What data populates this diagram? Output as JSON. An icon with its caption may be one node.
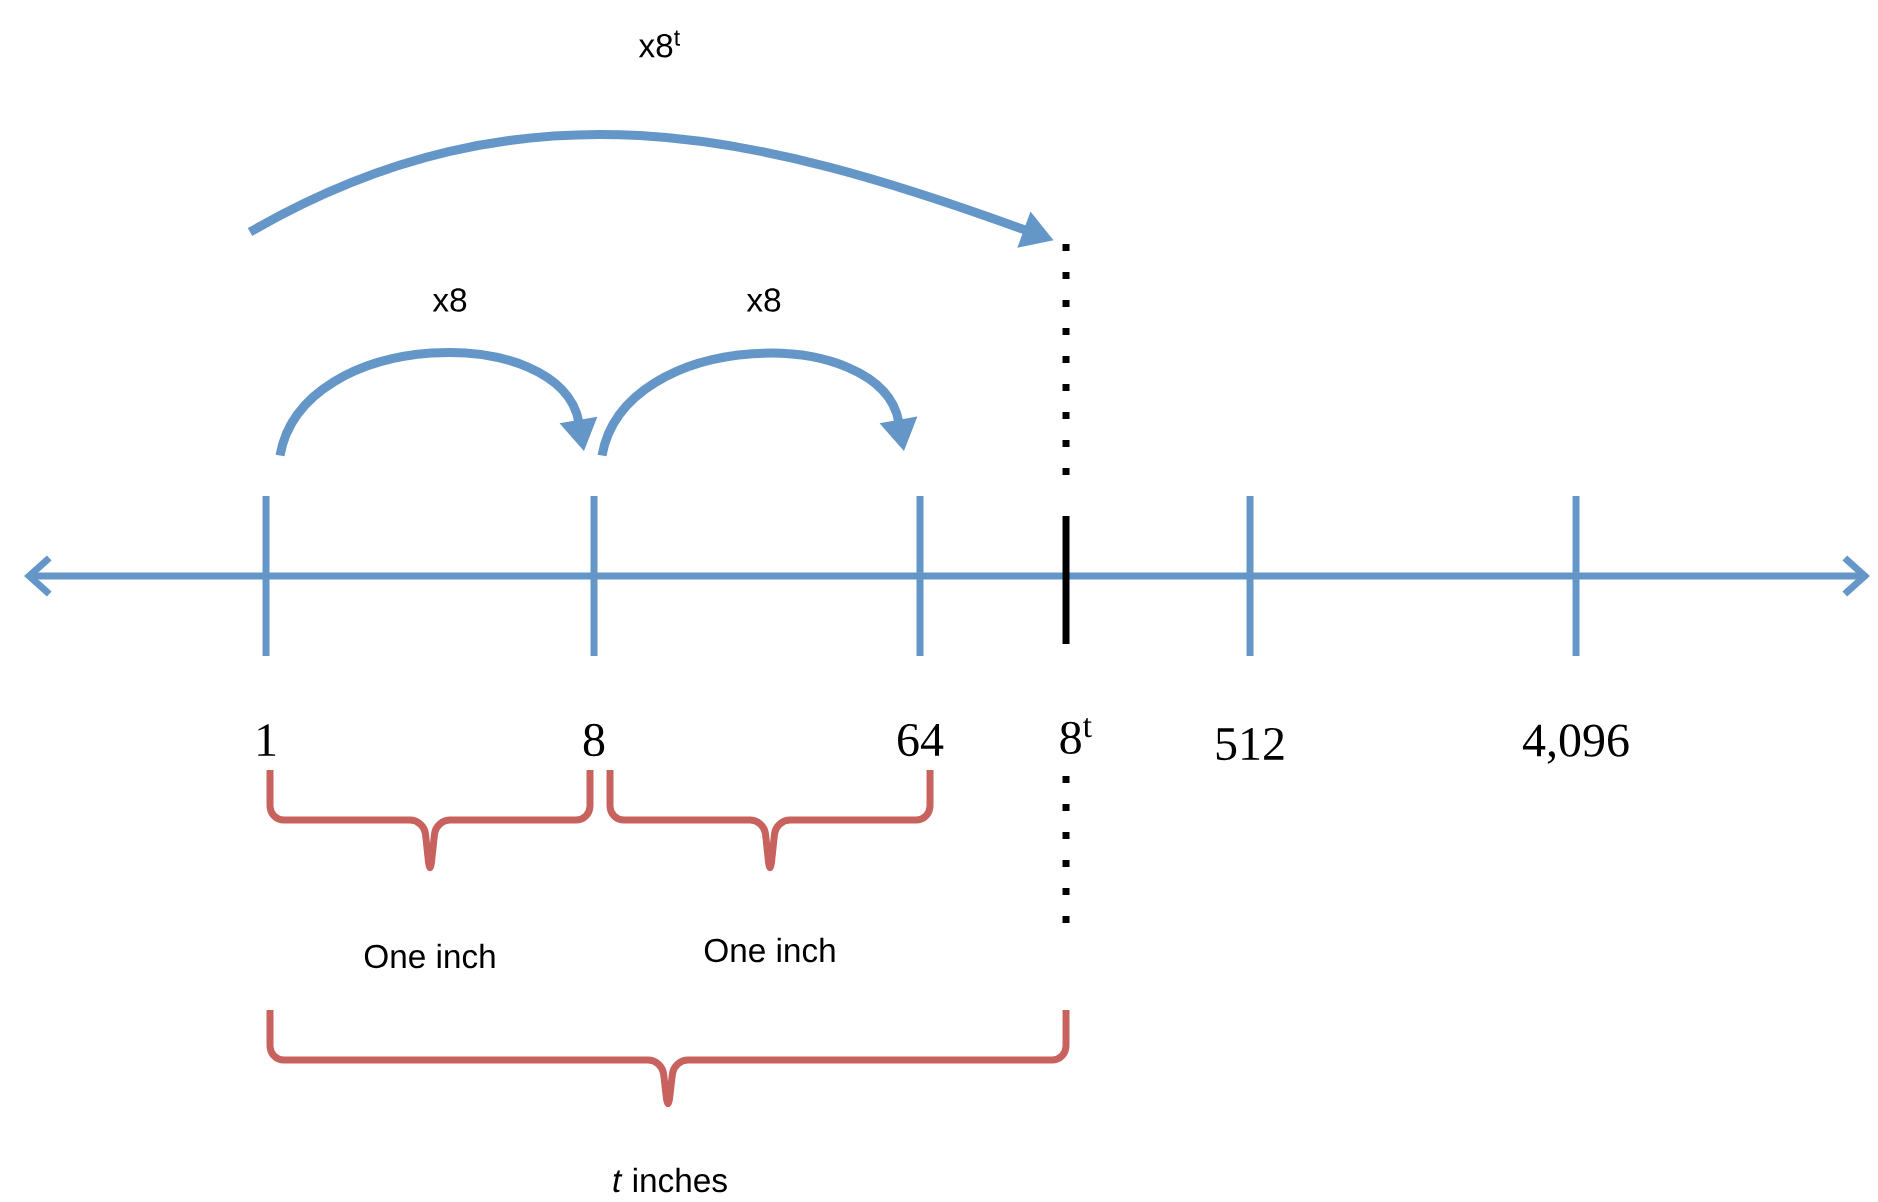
{
  "diagram": {
    "nodes": [
      {
        "text": [],
        "shape": "bar"
      },
      {
        "text": [],
        "shape": "bar"
      },
      {
        "text": [],
        "shape": "bar"
      },
      {
        "text": [],
        "shape": "bar"
      },
      {
        "text": [],
        "shape": "bar"
      },
      {
        "text": [],
        "shape": "bar"
      },
      {
        "text": [],
        "shape": "line"
      }
    ],
    "edges": [
      {
        "from": 0,
        "to": 1,
        "arrow": "to",
        "label": "x8"
      },
      {
        "from": 1,
        "to": 2,
        "arrow": "to",
        "label": "x8"
      },
      {
        "from": null,
        "to": 6,
        "arrow": "to",
        "label": "x8$^{t}$"
      }
    ],
    "labels": [
      "1",
      "8",
      "64",
      "8$^{t}$",
      "512",
      "4,096",
      "One inch",
      "One inch",
      "*t* inches"
    ]
  }
}
